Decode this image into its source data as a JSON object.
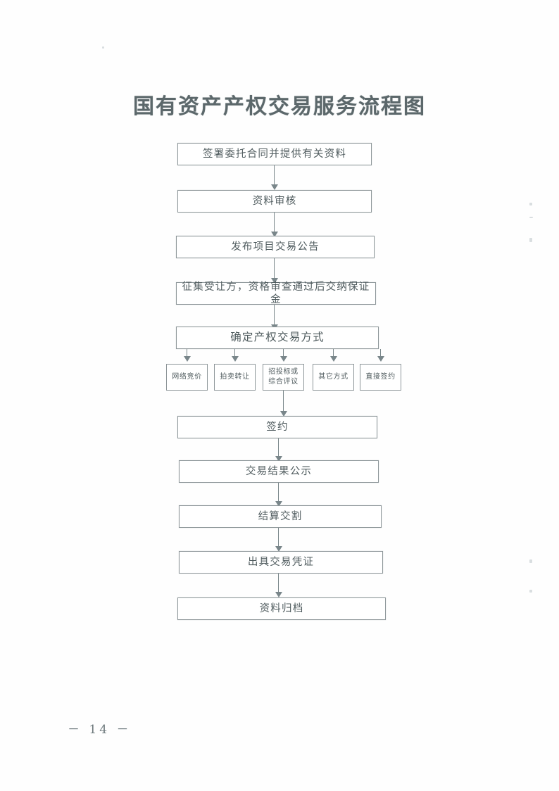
{
  "document": {
    "title": "国有资产产权交易服务流程图",
    "page_number": "－ 14 －",
    "background_color": "#ffffff",
    "ink_color": "#5a6668",
    "line_color": "#79868a"
  },
  "flowchart": {
    "type": "flowchart",
    "orientation": "top-to-bottom",
    "main_steps": [
      {
        "id": "step1",
        "label": "签署委托合同并提供有关资料"
      },
      {
        "id": "step2",
        "label": "资料审核"
      },
      {
        "id": "step3",
        "label": "发布项目交易公告"
      },
      {
        "id": "step4",
        "label": "征集受让方，资格审查通过后交纳保证金"
      },
      {
        "id": "step5",
        "label": "确定产权交易方式"
      },
      {
        "id": "step6",
        "label": "签约"
      },
      {
        "id": "step7",
        "label": "交易结果公示"
      },
      {
        "id": "step8",
        "label": "结算交割"
      },
      {
        "id": "step9",
        "label": "出具交易凭证"
      },
      {
        "id": "step10",
        "label": "资料归档"
      }
    ],
    "branches": {
      "parent": "step5",
      "merges_into": "step6",
      "options": [
        {
          "id": "branch1",
          "line1": "网络竞价",
          "line2": ""
        },
        {
          "id": "branch2",
          "line1": "拍卖转让",
          "line2": ""
        },
        {
          "id": "branch3",
          "line1": "招投标或",
          "line2": "综合评议"
        },
        {
          "id": "branch4",
          "line1": "其它方式",
          "line2": ""
        },
        {
          "id": "branch5",
          "line1": "直接签约",
          "line2": ""
        }
      ]
    }
  }
}
